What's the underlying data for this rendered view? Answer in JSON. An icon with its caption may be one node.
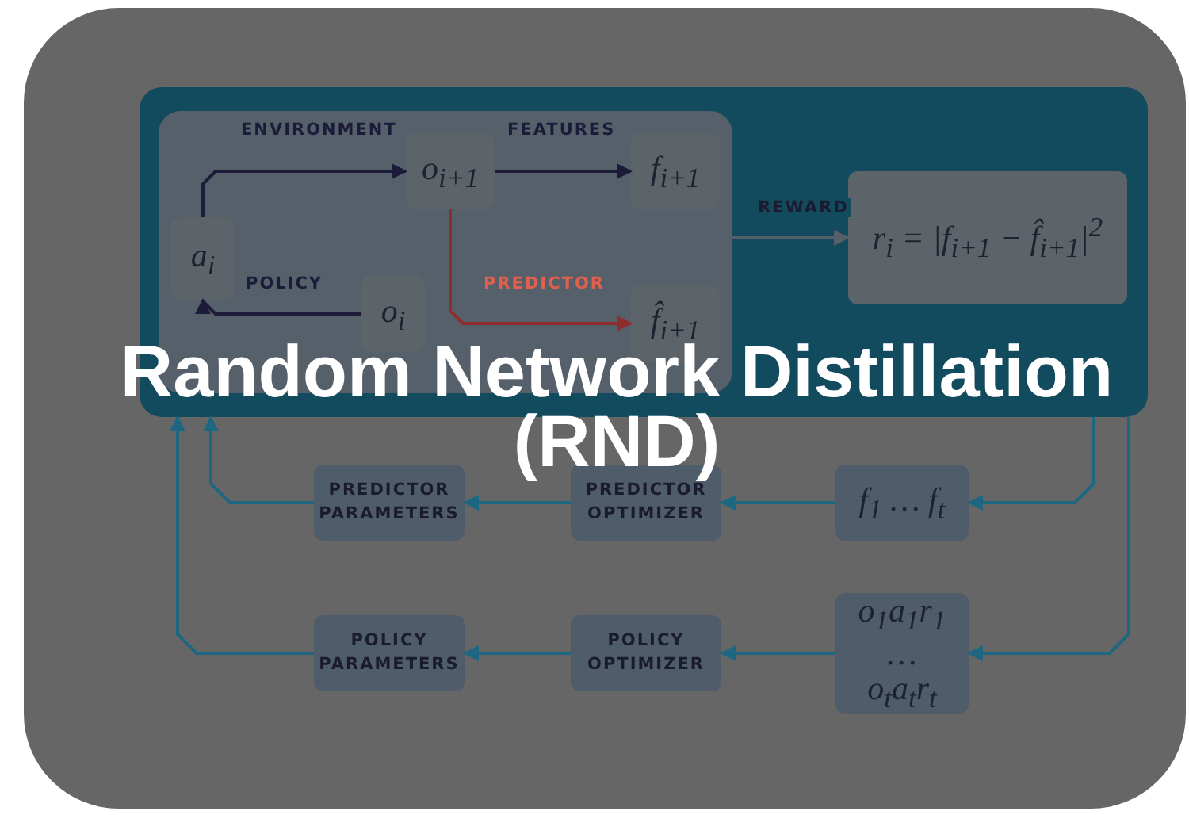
{
  "diagram": {
    "title": "Random Network Distillation (RND)",
    "nodes": [
      {
        "text": [],
        "shape": "box"
      },
      {
        "text": [],
        "shape": "box",
        "in": 0
      },
      {
        "text": [
          "a$_{i}$"
        ],
        "in": 1
      },
      {
        "text": [
          "o$_{i+1}$"
        ],
        "in": 1
      },
      {
        "text": [
          "f$_{i+1}$"
        ],
        "in": 1
      },
      {
        "text": [
          "o$_{i}$"
        ],
        "in": 1
      },
      {
        "text": [
          "f̂$_{i+1}$"
        ],
        "in": 1
      },
      {
        "text": [
          "r$_{i}$ = |f$_{i+1}$ − f̂$_{i+1}$|$^{2}$"
        ],
        "in": 0
      },
      {
        "text": [
          "PREDICTOR PARAMETERS"
        ]
      },
      {
        "text": [
          "PREDICTOR OPTIMIZER"
        ]
      },
      {
        "text": [
          "f$_{1}$ … f$_{t}$"
        ]
      },
      {
        "text": [
          "POLICY PARAMETERS"
        ]
      },
      {
        "text": [
          "POLICY OPTIMIZER"
        ]
      },
      {
        "text": [
          "o$_{1}$a$_{1}$r$_{1}$",
          "…",
          "o$_{t}$a$_{t}$r$_{t}$"
        ]
      }
    ],
    "edges": [
      {
        "from": 2,
        "to": 3,
        "arrow": "to",
        "label": "ENVIRONMENT",
        "color": "#1c1c3a"
      },
      {
        "from": 3,
        "to": 4,
        "arrow": "to",
        "label": "FEATURES",
        "color": "#1c1c3a"
      },
      {
        "from": 3,
        "to": 6,
        "arrow": "to",
        "label": "PREDICTOR",
        "color": "#8e2d2d"
      },
      {
        "from": 5,
        "to": 2,
        "arrow": "to",
        "label": "POLICY",
        "color": "#1c1c3a"
      },
      {
        "from": 1,
        "to": 7,
        "arrow": "to",
        "label": "REWARD",
        "color": "#56606a"
      },
      {
        "from": 0,
        "to": 10,
        "arrow": "to"
      },
      {
        "from": 0,
        "to": 13,
        "arrow": "to"
      },
      {
        "from": 10,
        "to": 9,
        "arrow": "to"
      },
      {
        "from": 9,
        "to": 8,
        "arrow": "to"
      },
      {
        "from": 8,
        "to": 0,
        "arrow": "to"
      },
      {
        "from": 13,
        "to": 12,
        "arrow": "to"
      },
      {
        "from": 12,
        "to": 11,
        "arrow": "to"
      },
      {
        "from": 11,
        "to": 0,
        "arrow": "to"
      }
    ]
  }
}
